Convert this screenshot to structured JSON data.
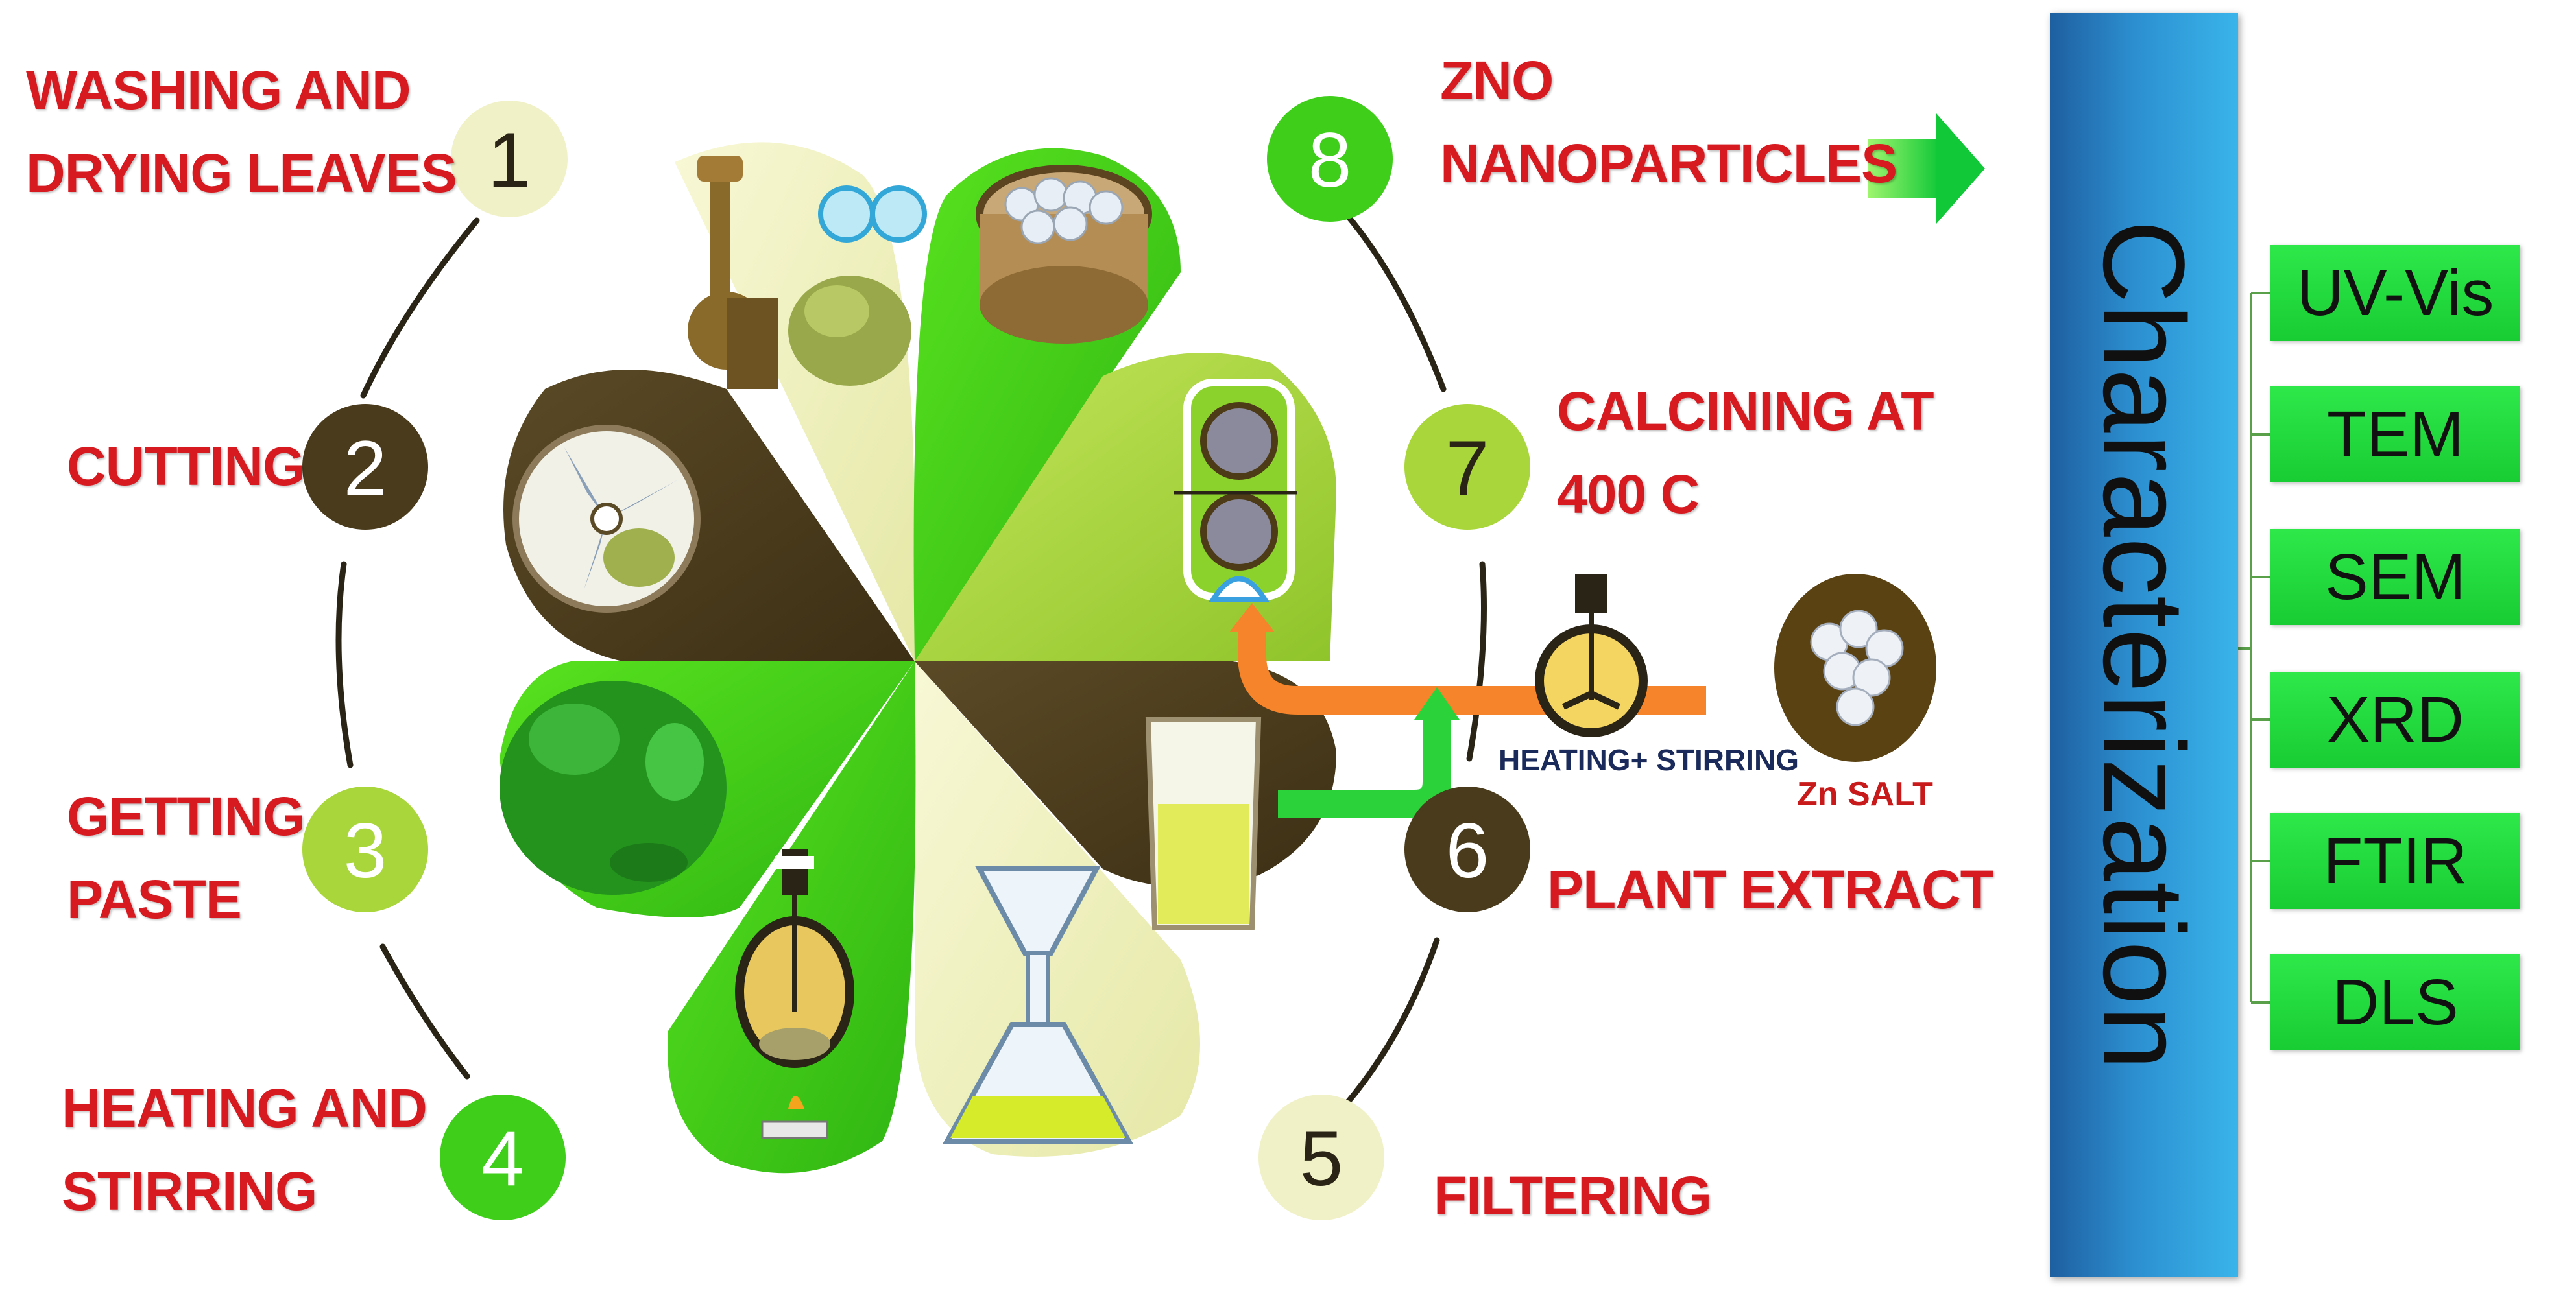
{
  "steps": [
    {
      "number": "1",
      "lines": [
        "WASHING AND",
        "DRYING LEAVES"
      ]
    },
    {
      "number": "2",
      "lines": [
        "CUTTING"
      ]
    },
    {
      "number": "3",
      "lines": [
        "GETTING",
        "PASTE"
      ]
    },
    {
      "number": "4",
      "lines": [
        "HEATING AND",
        "STIRRING"
      ]
    },
    {
      "number": "5",
      "lines": [
        "FILTERING"
      ]
    },
    {
      "number": "6",
      "lines": [
        "PLANT EXTRACT"
      ]
    },
    {
      "number": "7",
      "lines": [
        "CALCINING AT",
        "400 C"
      ]
    },
    {
      "number": "8",
      "lines": [
        "ZNO",
        "NANOPARTICLES"
      ]
    }
  ],
  "labels": {
    "heating_stirring": "HEATING+ STIRRING",
    "zn_salt": "Zn SALT"
  },
  "characterization": {
    "title": "Characterization",
    "techniques": [
      "UV-Vis",
      "TEM",
      "SEM",
      "XRD",
      "FTIR",
      "DLS"
    ]
  },
  "colors": {
    "label_red": "#d71920",
    "dark_brown": "#4a3b1c",
    "bright_green": "#3fcf1a",
    "light_green": "#a9d63a",
    "pale_yellow": "#f2f2c4",
    "orange": "#f5842a",
    "char_blue": "#2c8fd0",
    "box_green": "#22d93c"
  }
}
